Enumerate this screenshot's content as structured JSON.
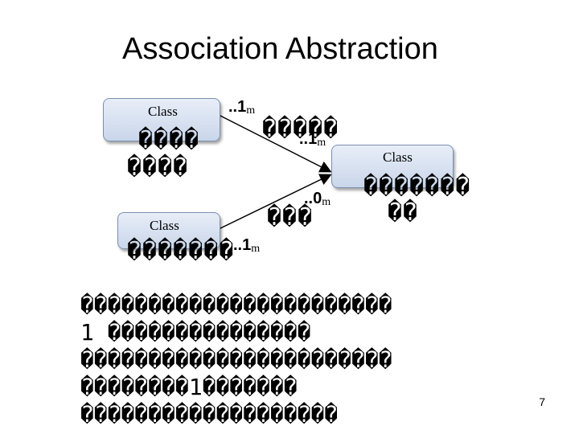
{
  "title": "Association Abstraction",
  "class_a": {
    "label": "Class",
    "name_line1": "����",
    "name_line2": "����"
  },
  "class_b": {
    "label": "Class",
    "name_line1": "�������",
    "name_line2": "��"
  },
  "class_c": {
    "label": "Class",
    "name": "�������"
  },
  "assoc_top": {
    "label": "�����",
    "mult_a": "1",
    "mult_a_prefix": "..",
    "mult_a_unit": "m",
    "mult_b": "1",
    "mult_b_prefix": "..",
    "mult_b_unit": "m"
  },
  "assoc_bottom": {
    "label": "���",
    "mult_b": "0",
    "mult_b_prefix": "..",
    "mult_b_unit": "m",
    "mult_c": "1",
    "mult_c_prefix": "..",
    "mult_c_unit": "m"
  },
  "body": {
    "line1": "�����������������������",
    "line2": "1 ���������������",
    "line3": "�����������������������",
    "line4": "��������1�������",
    "line5": "�������������������"
  },
  "page_number": "7"
}
